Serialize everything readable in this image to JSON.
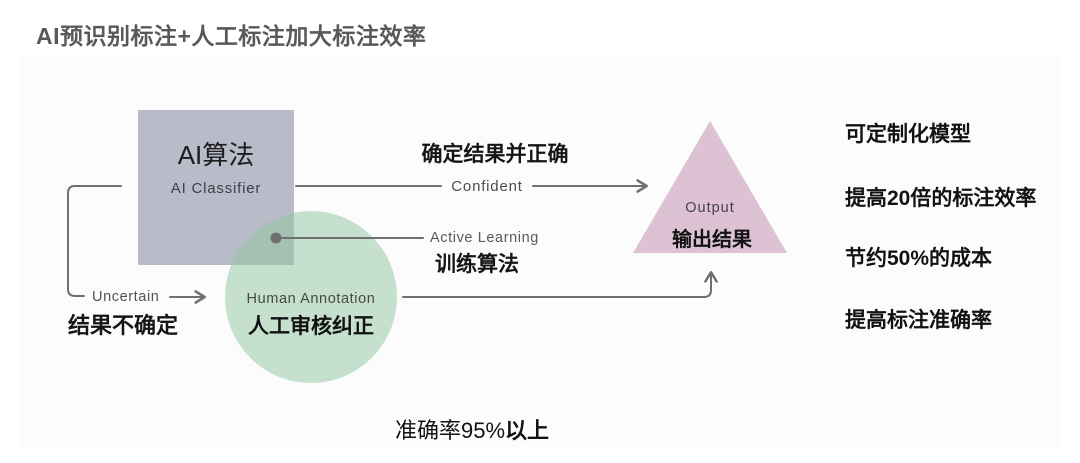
{
  "title": "AI预识别标注+人工标注加大标注效率",
  "diagram": {
    "ai_box": {
      "zh": "AI算法",
      "en": "AI Classifier"
    },
    "human_circle": {
      "en": "Human Annotation",
      "zh": "人工审核纠正"
    },
    "output_triangle": {
      "en": "Output",
      "zh": "输出结果"
    },
    "confident_flow": {
      "zh": "确定结果并正确",
      "en": "Confident"
    },
    "active_learning_flow": {
      "en": "Active Learning",
      "zh": "训练算法"
    },
    "uncertain_flow": {
      "en": "Uncertain",
      "zh": "结果不确定"
    }
  },
  "benefits": {
    "items": [
      "可定制化模型",
      "提高20倍的标注效率",
      "节约50%的成本",
      "提高标注准确率"
    ]
  },
  "footer": {
    "accuracy_prefix": "准确率95%",
    "accuracy_suffix": "以上"
  },
  "colors": {
    "ai_box_fill": "#b8bcc9",
    "human_circle_fill": "#c7e2ce",
    "output_triangle_fill": "#dcc2d2",
    "connector_line": "#6f6f6f",
    "title_text": "#58595a"
  }
}
